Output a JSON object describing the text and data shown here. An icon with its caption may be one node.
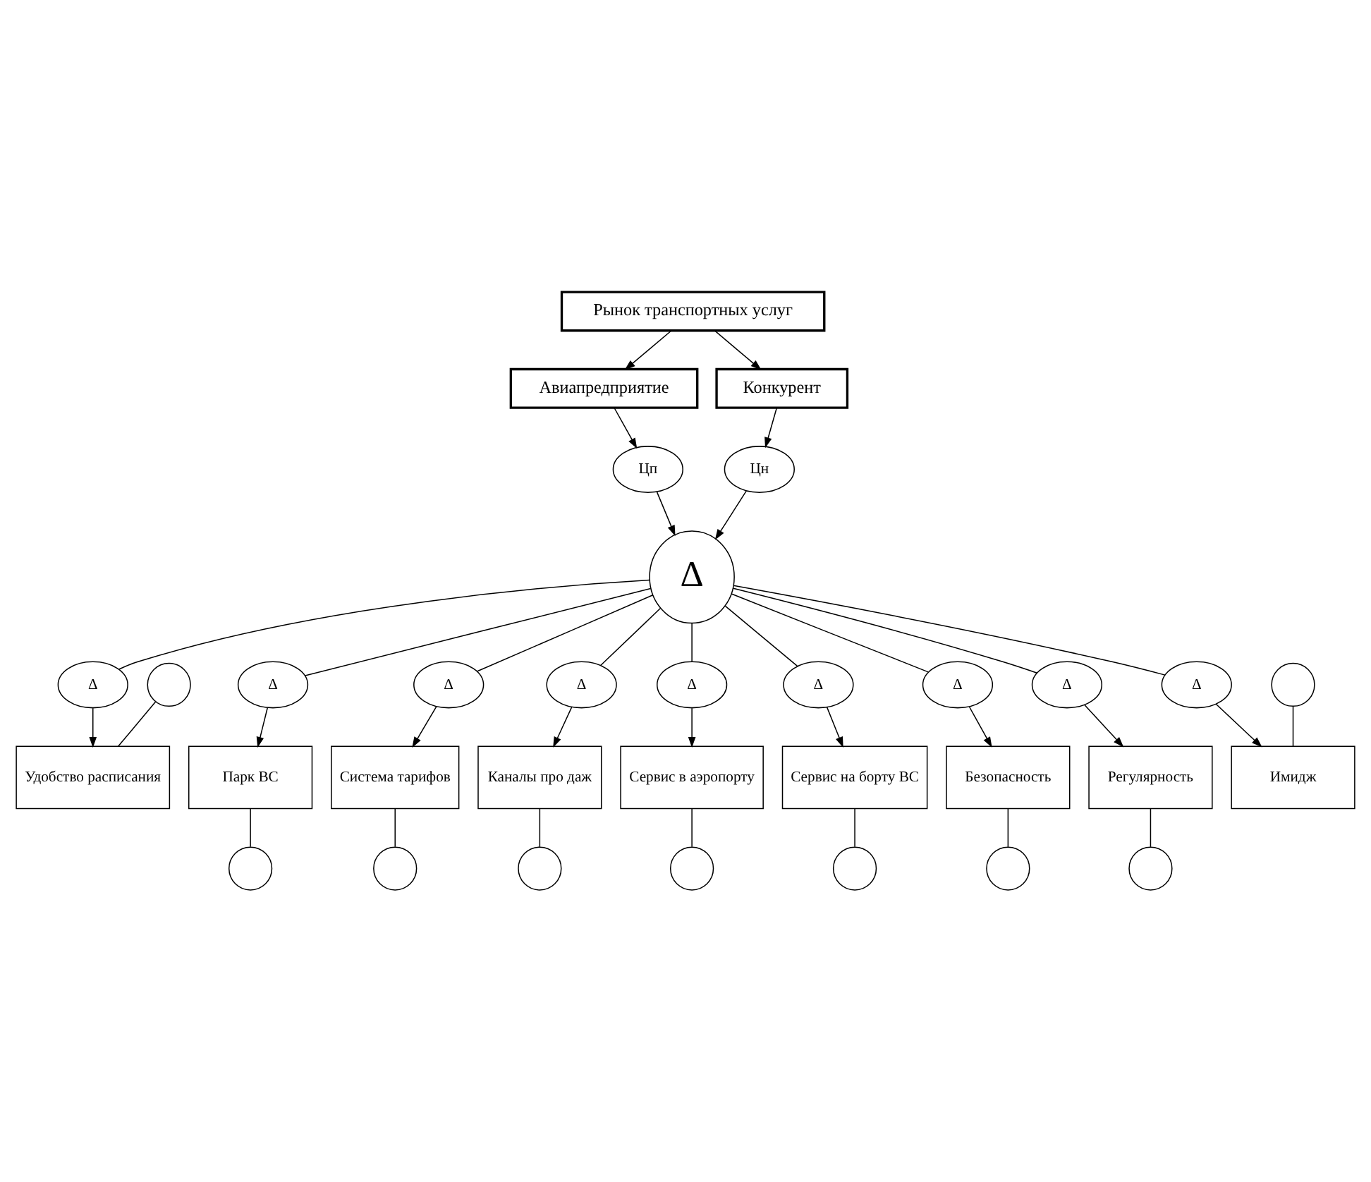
{
  "diagram": {
    "nodes": [
      {
        "text": [
          "Рынок транспортных услуг"
        ]
      },
      {
        "text": [
          "Авиапредприятие"
        ]
      },
      {
        "text": [
          "Конкурент"
        ]
      },
      {
        "text": [
          "Цп"
        ]
      },
      {
        "text": [
          "Цн"
        ]
      },
      {
        "text": [
          "Δ"
        ]
      },
      {
        "text": [
          "Δ"
        ]
      },
      {
        "text": [
          "Удобство расписания"
        ]
      },
      {
        "text": [],
        "shape": "circle"
      },
      {
        "text": [
          "Δ"
        ]
      },
      {
        "text": [
          "Парк ВС"
        ]
      },
      {
        "text": [],
        "shape": "circle"
      },
      {
        "text": [
          "Δ"
        ]
      },
      {
        "text": [
          "Система тарифов"
        ]
      },
      {
        "text": [],
        "shape": "circle"
      },
      {
        "text": [
          "Δ"
        ]
      },
      {
        "text": [
          "Каналы про даж"
        ]
      },
      {
        "text": [],
        "shape": "circle"
      },
      {
        "text": [
          "Δ"
        ]
      },
      {
        "text": [
          "Сервис в аэропорту"
        ]
      },
      {
        "text": [],
        "shape": "circle"
      },
      {
        "text": [
          "Δ"
        ]
      },
      {
        "text": [
          "Сервис на борту ВС"
        ]
      },
      {
        "text": [],
        "shape": "circle"
      },
      {
        "text": [
          "Δ"
        ]
      },
      {
        "text": [
          "Безопасность"
        ]
      },
      {
        "text": [],
        "shape": "circle"
      },
      {
        "text": [
          "Δ"
        ]
      },
      {
        "text": [
          "Регулярность"
        ]
      },
      {
        "text": [],
        "shape": "circle"
      },
      {
        "text": [
          "Δ"
        ]
      },
      {
        "text": [
          "Имидж"
        ]
      },
      {
        "text": [],
        "shape": "circle"
      }
    ],
    "edges": [
      {
        "from": 0,
        "to": 1,
        "arrow": "to"
      },
      {
        "from": 0,
        "to": 2,
        "arrow": "to"
      },
      {
        "from": 1,
        "to": 3,
        "arrow": "to"
      },
      {
        "from": 2,
        "to": 4,
        "arrow": "to"
      },
      {
        "from": 3,
        "to": 5,
        "arrow": "to"
      },
      {
        "from": 4,
        "to": 5,
        "arrow": "to"
      },
      {
        "from": 5,
        "to": 6,
        "arrow": "none"
      },
      {
        "from": 6,
        "to": 7,
        "arrow": "to"
      },
      {
        "from": 8,
        "to": 7,
        "arrow": "none"
      },
      {
        "from": 5,
        "to": 9,
        "arrow": "none"
      },
      {
        "from": 9,
        "to": 10,
        "arrow": "to"
      },
      {
        "from": 10,
        "to": 11,
        "arrow": "none"
      },
      {
        "from": 5,
        "to": 12,
        "arrow": "none"
      },
      {
        "from": 12,
        "to": 13,
        "arrow": "to"
      },
      {
        "from": 13,
        "to": 14,
        "arrow": "none"
      },
      {
        "from": 5,
        "to": 15,
        "arrow": "none"
      },
      {
        "from": 15,
        "to": 16,
        "arrow": "to"
      },
      {
        "from": 16,
        "to": 17,
        "arrow": "none"
      },
      {
        "from": 5,
        "to": 18,
        "arrow": "none"
      },
      {
        "from": 18,
        "to": 19,
        "arrow": "to"
      },
      {
        "from": 19,
        "to": 20,
        "arrow": "none"
      },
      {
        "from": 5,
        "to": 21,
        "arrow": "none"
      },
      {
        "from": 21,
        "to": 22,
        "arrow": "to"
      },
      {
        "from": 22,
        "to": 23,
        "arrow": "none"
      },
      {
        "from": 5,
        "to": 24,
        "arrow": "none"
      },
      {
        "from": 24,
        "to": 25,
        "arrow": "to"
      },
      {
        "from": 25,
        "to": 26,
        "arrow": "none"
      },
      {
        "from": 5,
        "to": 27,
        "arrow": "none"
      },
      {
        "from": 27,
        "to": 28,
        "arrow": "to"
      },
      {
        "from": 28,
        "to": 29,
        "arrow": "none"
      },
      {
        "from": 5,
        "to": 30,
        "arrow": "none"
      },
      {
        "from": 30,
        "to": 31,
        "arrow": "to"
      },
      {
        "from": 32,
        "to": 31,
        "arrow": "none"
      }
    ]
  }
}
